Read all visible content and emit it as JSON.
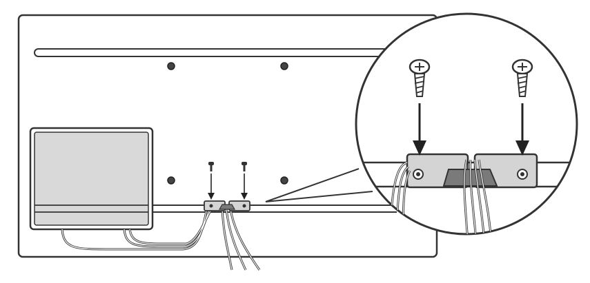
{
  "diagram": {
    "kind": "line-illustration",
    "parts": [
      "tv-back-panel",
      "mounting-screw-holes",
      "terminal-box",
      "cable-holders",
      "screws",
      "cables",
      "magnified-detail-callout"
    ],
    "colors": {
      "stroke": "#333333",
      "panel_fill": "#ffffff",
      "terminal_fill": "#d9d9d9",
      "holder_fill": "#d4d4d4",
      "clip_fill": "#7a7a7a",
      "arrow": "#222222"
    }
  }
}
